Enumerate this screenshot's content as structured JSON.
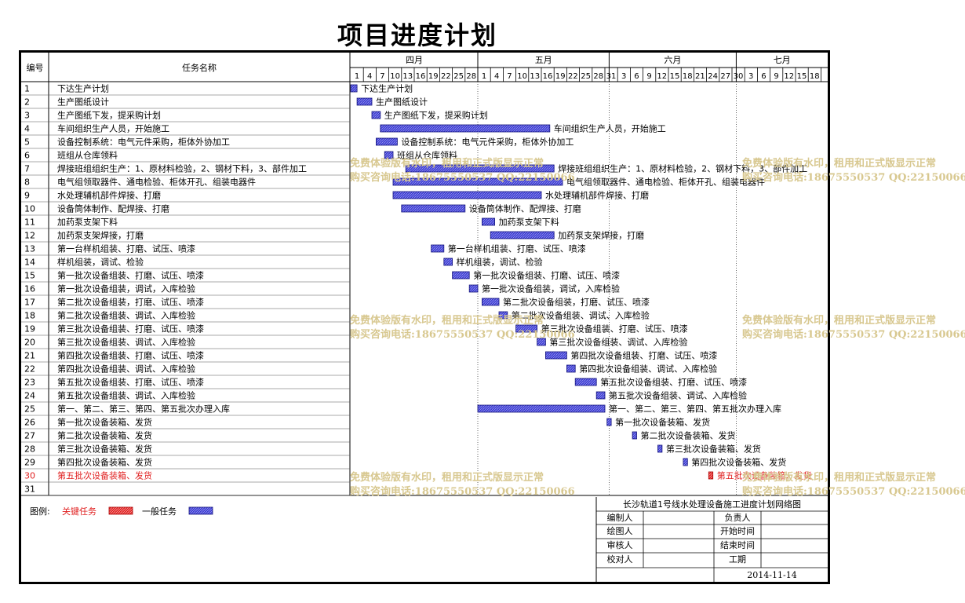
{
  "title": "项目进度计划",
  "header": {
    "no": "编号",
    "task": "任务名称"
  },
  "timeline": {
    "months": [
      {
        "label": "四月",
        "start": 0,
        "end": 30
      },
      {
        "label": "五月",
        "start": 30,
        "end": 61
      },
      {
        "label": "六月",
        "start": 61,
        "end": 91
      },
      {
        "label": "七月",
        "start": 91,
        "end": 122
      }
    ],
    "day_ticks": [
      {
        "label": "1",
        "pos": 0
      },
      {
        "label": "4",
        "pos": 3
      },
      {
        "label": "7",
        "pos": 6
      },
      {
        "label": "10",
        "pos": 9
      },
      {
        "label": "13",
        "pos": 12
      },
      {
        "label": "16",
        "pos": 15
      },
      {
        "label": "19",
        "pos": 18
      },
      {
        "label": "22",
        "pos": 21
      },
      {
        "label": "25",
        "pos": 24
      },
      {
        "label": "28",
        "pos": 27
      },
      {
        "label": "1",
        "pos": 30
      },
      {
        "label": "4",
        "pos": 33
      },
      {
        "label": "7",
        "pos": 36
      },
      {
        "label": "10",
        "pos": 39
      },
      {
        "label": "13",
        "pos": 42
      },
      {
        "label": "16",
        "pos": 45
      },
      {
        "label": "19",
        "pos": 48
      },
      {
        "label": "22",
        "pos": 51
      },
      {
        "label": "25",
        "pos": 54
      },
      {
        "label": "28",
        "pos": 57
      },
      {
        "label": "31",
        "pos": 60
      },
      {
        "label": "3",
        "pos": 63
      },
      {
        "label": "6",
        "pos": 66
      },
      {
        "label": "9",
        "pos": 69
      },
      {
        "label": "12",
        "pos": 72
      },
      {
        "label": "15",
        "pos": 75
      },
      {
        "label": "18",
        "pos": 78
      },
      {
        "label": "21",
        "pos": 81
      },
      {
        "label": "24",
        "pos": 84
      },
      {
        "label": "27",
        "pos": 87
      },
      {
        "label": "30",
        "pos": 90
      },
      {
        "label": "3",
        "pos": 93
      },
      {
        "label": "6",
        "pos": 96
      },
      {
        "label": "9",
        "pos": 99
      },
      {
        "label": "12",
        "pos": 102
      },
      {
        "label": "15",
        "pos": 105
      },
      {
        "label": "18",
        "pos": 108
      }
    ]
  },
  "chart_data": {
    "type": "table",
    "x_unit": "day offset from 4月1日 (2014)",
    "tasks": [
      {
        "no": "1",
        "name": "下达生产计划",
        "start": 0,
        "end": 1.5,
        "critical": false
      },
      {
        "no": "2",
        "name": "生产图纸设计",
        "start": 1.5,
        "end": 5,
        "critical": false
      },
      {
        "no": "3",
        "name": "生产图纸下发，提采购计划",
        "start": 5,
        "end": 7,
        "critical": false
      },
      {
        "no": "4",
        "name": "车间组织生产人员，开始施工",
        "start": 7,
        "end": 47,
        "critical": false
      },
      {
        "no": "5",
        "name": "设备控制系统：电气元件采购，柜体外协加工",
        "start": 6,
        "end": 11,
        "critical": false
      },
      {
        "no": "6",
        "name": "班组从仓库领料",
        "start": 8,
        "end": 10,
        "critical": false
      },
      {
        "no": "7",
        "name": "焊接班组组织生产：1、原材料检验，2、钢材下料，3、部件加工",
        "start": 13,
        "end": 48,
        "critical": false
      },
      {
        "no": "8",
        "name": "电气组领取器件、通电检验、柜体开孔、组装电器件",
        "start": 10,
        "end": 50,
        "critical": false
      },
      {
        "no": "9",
        "name": "水处理辅机部件焊接、打磨",
        "start": 10,
        "end": 45,
        "critical": false
      },
      {
        "no": "10",
        "name": "设备筒体制作、配焊接、打磨",
        "start": 12,
        "end": 27,
        "critical": false
      },
      {
        "no": "11",
        "name": "加药泵支架下料",
        "start": 31,
        "end": 34,
        "critical": false
      },
      {
        "no": "12",
        "name": "加药泵支架焊接，打磨",
        "start": 33,
        "end": 48,
        "critical": false
      },
      {
        "no": "13",
        "name": "第一台样机组装、打磨、试压、喷漆",
        "start": 19,
        "end": 22,
        "critical": false
      },
      {
        "no": "14",
        "name": "样机组装，调试、检验",
        "start": 22,
        "end": 24,
        "critical": false
      },
      {
        "no": "15",
        "name": "第一批次设备组装、打磨、试压、喷漆",
        "start": 24,
        "end": 28,
        "critical": false
      },
      {
        "no": "16",
        "name": "第一批次设备组装，调试，入库检验",
        "start": 28,
        "end": 30,
        "critical": false
      },
      {
        "no": "17",
        "name": "第二批次设备组装，打磨、试压、喷漆",
        "start": 31,
        "end": 35,
        "critical": false
      },
      {
        "no": "18",
        "name": "第二批次设备组装、调试、入库检验",
        "start": 35,
        "end": 37,
        "critical": false
      },
      {
        "no": "19",
        "name": "第三批次设备组装、打磨、试压、喷漆",
        "start": 39,
        "end": 44,
        "critical": false
      },
      {
        "no": "20",
        "name": "第三批次设备组装、调试、入库检验",
        "start": 44,
        "end": 46,
        "critical": false
      },
      {
        "no": "21",
        "name": "第四批次设备组装、打磨、试压、喷漆",
        "start": 46,
        "end": 51,
        "critical": false
      },
      {
        "no": "22",
        "name": "第四批次设备组装、调试、入库检验",
        "start": 51,
        "end": 53,
        "critical": false
      },
      {
        "no": "23",
        "name": "第五批次设备组装、打磨、试压、喷漆",
        "start": 53,
        "end": 58,
        "critical": false
      },
      {
        "no": "24",
        "name": "第五批次设备组装、调试、入库检验",
        "start": 58,
        "end": 60,
        "critical": false
      },
      {
        "no": "25",
        "name": "第一、第二、第三、第四、第五批次办理入库",
        "start": 30,
        "end": 60,
        "critical": false
      },
      {
        "no": "26",
        "name": "第一批次设备装箱、发货",
        "start": 60.5,
        "end": 61.5,
        "critical": false
      },
      {
        "no": "27",
        "name": "第二批次设备装箱、发货",
        "start": 66.5,
        "end": 67.5,
        "critical": false
      },
      {
        "no": "28",
        "name": "第三批次设备装箱、发货",
        "start": 72.5,
        "end": 73.5,
        "critical": false
      },
      {
        "no": "29",
        "name": "第四批次设备装箱、发货",
        "start": 78.5,
        "end": 79.5,
        "critical": false
      },
      {
        "no": "30",
        "name": "第五批次设备装箱、发货",
        "start": 84.5,
        "end": 85.5,
        "critical": true
      },
      {
        "no": "31",
        "name": "",
        "start": null,
        "end": null,
        "critical": false
      }
    ]
  },
  "legend": {
    "label": "图例:",
    "critical": "关键任务",
    "normal": "一般任务"
  },
  "info_box": {
    "title": "长沙轨道1号线水处理设备施工进度计划网络图",
    "rows": [
      [
        "编制人",
        "",
        "负责人",
        ""
      ],
      [
        "绘图人",
        "",
        "开始时间",
        ""
      ],
      [
        "审核人",
        "",
        "结束时间",
        ""
      ],
      [
        "校对人",
        "",
        "工期",
        ""
      ]
    ],
    "date": "2014-11-14"
  },
  "watermark": {
    "line1": "免费体验版有水印，租用和正式版显示正常",
    "line2": "购买咨询电话:18675550537 QQ:22150066"
  },
  "colors": {
    "normal_bar": "#3333cc",
    "critical_bar": "#e02020",
    "critical_text": "#e02020",
    "watermark": "#d8c890"
  }
}
